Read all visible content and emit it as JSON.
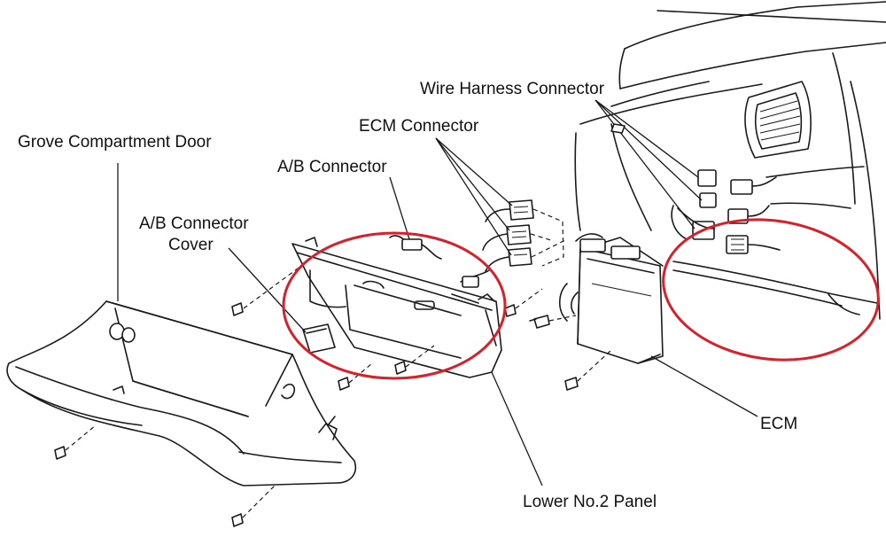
{
  "diagram": {
    "labels": {
      "wire_harness_connector": "Wire Harness Connector",
      "ecm_connector": "ECM Connector",
      "glove_door": "Grove Compartment Door",
      "ab_connector": "A/B Connector",
      "ab_connector_cover_line1": "A/B Connector",
      "ab_connector_cover_line2": "Cover",
      "ecm": "ECM",
      "lower_panel": "Lower No.2 Panel"
    },
    "colors": {
      "ink": "#1a1a1a",
      "highlight_circle": "#d8202a",
      "background": "#ffffff"
    },
    "highlights": [
      {
        "target": "lower-no2-panel-area"
      },
      {
        "target": "wire-harness-connector-area"
      }
    ]
  }
}
